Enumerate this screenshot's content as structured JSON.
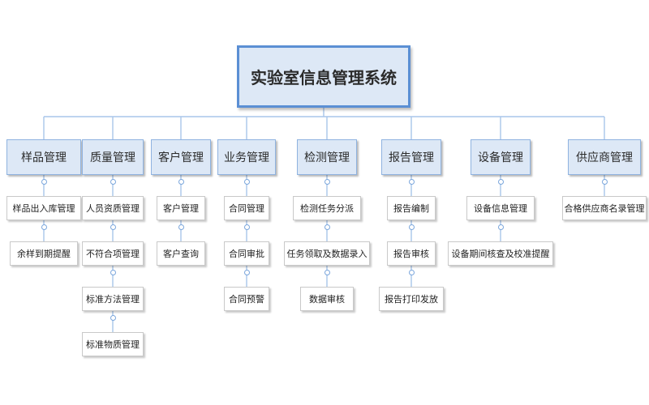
{
  "root": {
    "label": "实验室信息管理系统"
  },
  "colors": {
    "line": "#a9c6ea",
    "node_fill": "#dde8f6",
    "node_border": "#5b8fd4",
    "item_border": "#c9c9c9"
  },
  "icons": {
    "collapse": "collapse-toggle-icon"
  },
  "categories": [
    {
      "label": "样品管理",
      "items": [
        "样品出入库管理",
        "余样到期提醒"
      ]
    },
    {
      "label": "质量管理",
      "items": [
        "人员资质管理",
        "不符合项管理",
        "标准方法管理",
        "标准物质管理"
      ]
    },
    {
      "label": "客户管理",
      "items": [
        "客户管理",
        "客户查询"
      ]
    },
    {
      "label": "业务管理",
      "items": [
        "合同管理",
        "合同审批",
        "合同预警"
      ]
    },
    {
      "label": "检测管理",
      "items": [
        "检测任务分派",
        "任务领取及数据录入",
        "数据审核"
      ]
    },
    {
      "label": "报告管理",
      "items": [
        "报告编制",
        "报告审核",
        "报告打印发放"
      ]
    },
    {
      "label": "设备管理",
      "items": [
        "设备信息管理",
        "设备期间核查及校准提醒"
      ]
    },
    {
      "label": "供应商管理",
      "items": [
        "合格供应商名录管理"
      ]
    }
  ]
}
